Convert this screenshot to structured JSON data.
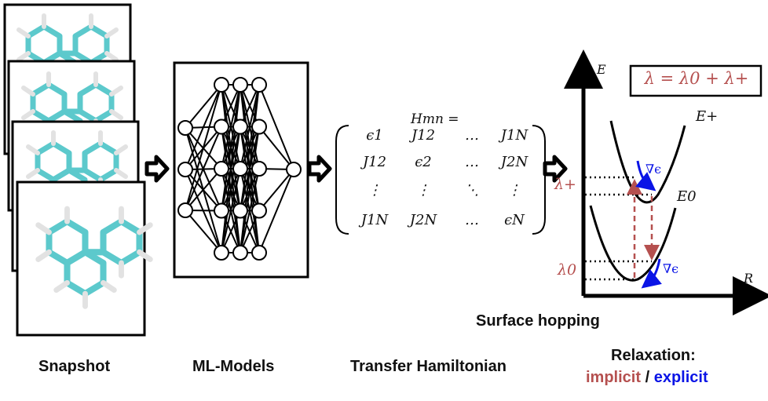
{
  "labels": {
    "snapshot": "Snapshot",
    "ml_models": "ML-Models",
    "transfer_hamiltonian": "Transfer Hamiltonian",
    "surface_hopping": "Surface hopping",
    "relaxation": "Relaxation:",
    "implicit": "implicit",
    "separator": "/",
    "explicit": "explicit"
  },
  "matrix": {
    "title": "Hmn =",
    "rows": [
      [
        "ϵ1",
        "J12",
        "…",
        "J1N"
      ],
      [
        "J12",
        "ϵ2",
        "…",
        "J2N"
      ],
      [
        "⋮",
        "⋮",
        "⋱",
        "⋮"
      ],
      [
        "J1N",
        "J2N",
        "…",
        "ϵN"
      ]
    ]
  },
  "energy_plot": {
    "y_axis": "E",
    "x_axis": "R",
    "upper_curve": "E+",
    "lower_curve": "E0",
    "lambda_plus": "λ+",
    "lambda_zero": "λ0",
    "gradient_label": "∇ϵ",
    "equation": "λ = λ0 + λ+"
  },
  "colors": {
    "implicit": "#b5504f",
    "explicit": "#0a14e6",
    "molecule_carbon": "#5cc9cc",
    "molecule_hydrogen": "#e8e8e8"
  },
  "network": {
    "layers": [
      3,
      5,
      5,
      5,
      1
    ]
  }
}
